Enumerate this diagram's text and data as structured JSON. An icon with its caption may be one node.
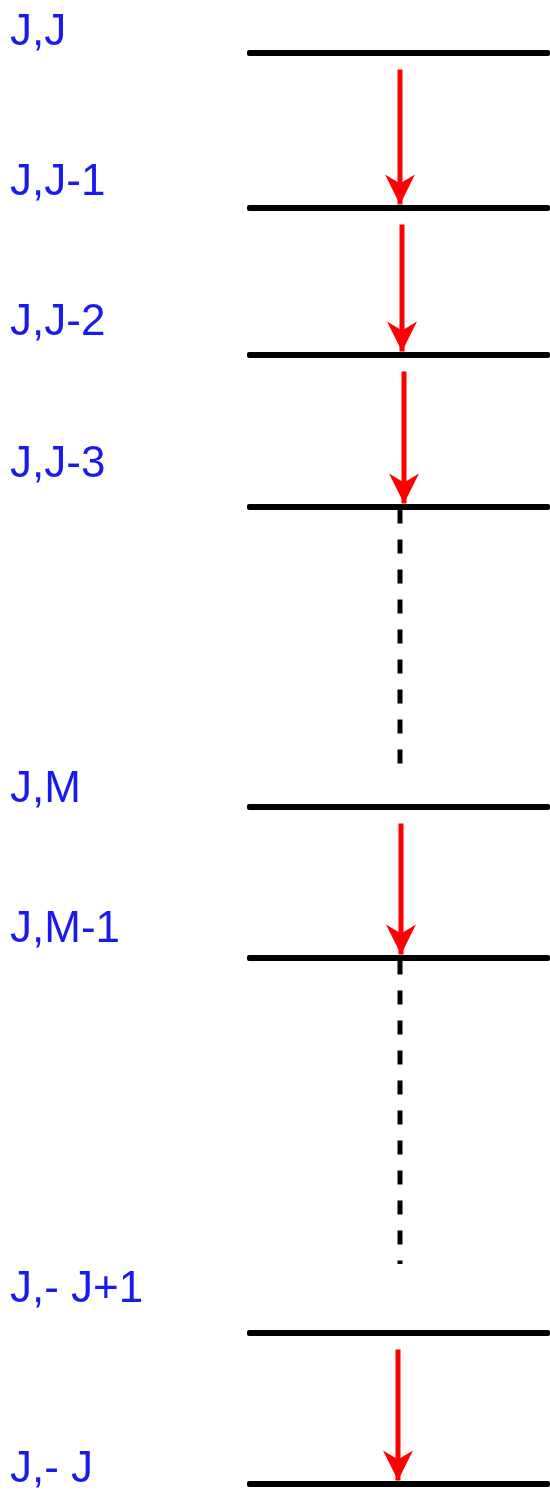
{
  "diagram": {
    "nodes": [
      {
        "text": [
          "J,J"
        ]
      },
      {
        "text": [
          "J,J-1"
        ]
      },
      {
        "text": [
          "J,J-2"
        ]
      },
      {
        "text": [
          "J,J-3"
        ]
      },
      {
        "text": [
          "J,M"
        ]
      },
      {
        "text": [
          "J,M-1"
        ]
      },
      {
        "text": [
          "J,- J+1"
        ]
      },
      {
        "text": [
          "J,- J"
        ]
      }
    ],
    "edges": [
      {
        "from": 0,
        "to": 1,
        "arrow": "to"
      },
      {
        "from": 1,
        "to": 2,
        "arrow": "to"
      },
      {
        "from": 2,
        "to": 3,
        "arrow": "to"
      },
      {
        "from": 3,
        "to": 4,
        "arrow": "none",
        "style": "dashed",
        "color": "#000000"
      },
      {
        "from": 4,
        "to": 5,
        "arrow": "to"
      },
      {
        "from": 5,
        "to": 6,
        "arrow": "none",
        "style": "dashed",
        "color": "#000000"
      },
      {
        "from": 6,
        "to": 7,
        "arrow": "to"
      }
    ]
  }
}
